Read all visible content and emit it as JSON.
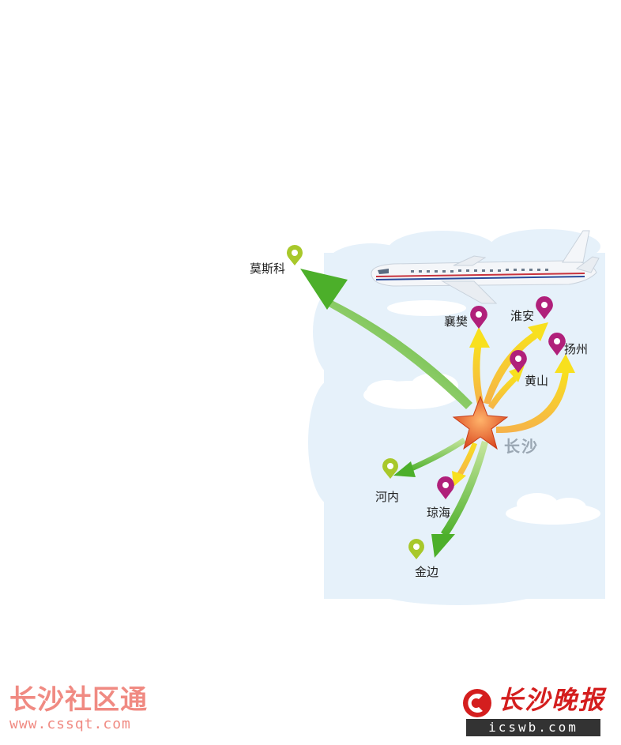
{
  "map": {
    "hub": {
      "name": "长沙"
    },
    "routes": [
      {
        "id": "moscow",
        "city": "莫斯科",
        "type": "international"
      },
      {
        "id": "xiangfan",
        "city": "襄樊",
        "type": "domestic"
      },
      {
        "id": "huaian",
        "city": "淮安",
        "type": "domestic"
      },
      {
        "id": "huangshan",
        "city": "黄山",
        "type": "domestic"
      },
      {
        "id": "yangzhou",
        "city": "扬州",
        "type": "domestic"
      },
      {
        "id": "hanoi",
        "city": "河内",
        "type": "international"
      },
      {
        "id": "qionghai",
        "city": "琼海",
        "type": "domestic"
      },
      {
        "id": "jinbian",
        "city": "金边",
        "type": "international"
      }
    ],
    "colors": {
      "international_pin": "#a8c82a",
      "domestic_pin": "#b0207a",
      "international_arrow": "#5fb83a",
      "domestic_arrow": "#f5d21e",
      "hub_star": "#e8602a",
      "sky": "#e6f1fa"
    }
  },
  "watermarks": {
    "left_title": "长沙社区通",
    "left_url": "www.cssqt.com",
    "right_brand": "长沙晚报",
    "right_url": "icswb.com"
  }
}
